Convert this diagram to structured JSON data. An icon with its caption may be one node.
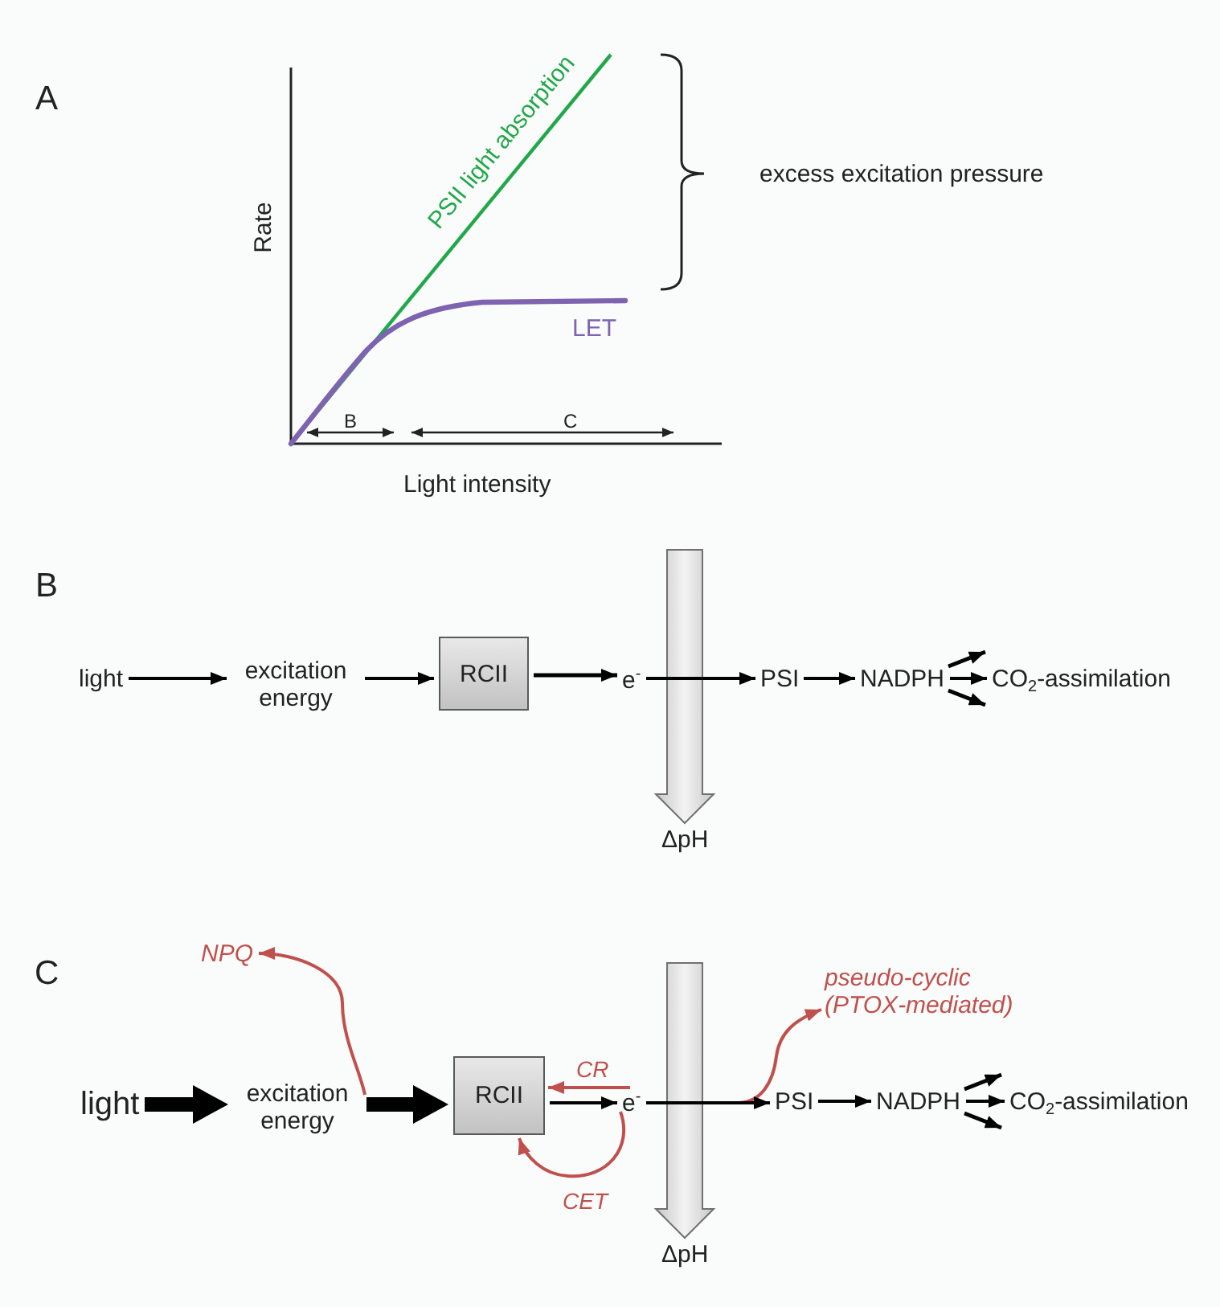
{
  "diagram": {
    "nodes": [
      {
        "text": [
          "light"
        ]
      },
      {
        "text": [
          "excitation energy"
        ]
      },
      {
        "text": [
          "RCII"
        ]
      },
      {
        "text": [
          "e$^{-}$"
        ]
      },
      {
        "text": [
          "PSI"
        ]
      },
      {
        "text": [
          "NADPH"
        ]
      },
      {
        "text": [
          "CO$_{2}$-assimilation"
        ]
      },
      {
        "text": [
          "ΔpH"
        ]
      },
      {
        "text": [
          "NPQ"
        ]
      },
      {
        "text": [
          "pseudo-cyclic (PTOX-mediated)"
        ]
      },
      {
        "text": [
          "light"
        ]
      },
      {
        "text": [
          "excitation energy"
        ]
      },
      {
        "text": [
          "RCII"
        ]
      },
      {
        "text": [
          "e$^{-}$"
        ]
      },
      {
        "text": [
          "PSI"
        ]
      },
      {
        "text": [
          "NADPH"
        ]
      },
      {
        "text": [
          "CO$_{2}$-assimilation"
        ]
      },
      {
        "text": [
          "ΔpH"
        ]
      }
    ],
    "edges": [
      {
        "from": 0,
        "to": 1,
        "arrow": "to"
      },
      {
        "from": 1,
        "to": 2,
        "arrow": "to"
      },
      {
        "from": 2,
        "to": 3,
        "arrow": "to"
      },
      {
        "from": 3,
        "to": 4,
        "arrow": "to"
      },
      {
        "from": 4,
        "to": 5,
        "arrow": "to"
      },
      {
        "from": 5,
        "to": 6,
        "arrow": "to"
      },
      {
        "from": 5,
        "to": null,
        "arrow": "to"
      },
      {
        "from": 5,
        "to": null,
        "arrow": "to"
      },
      {
        "from": null,
        "to": 7,
        "arrow": "to",
        "style": "thick",
        "color": "#c8c8c8"
      },
      {
        "from": 10,
        "to": 11,
        "arrow": "to",
        "style": "thick"
      },
      {
        "from": 11,
        "to": 12,
        "arrow": "to",
        "style": "thick"
      },
      {
        "from": 11,
        "to": 8,
        "arrow": "to",
        "color": "#c0504d"
      },
      {
        "from": 12,
        "to": 13,
        "arrow": "to"
      },
      {
        "from": 13,
        "to": 12,
        "arrow": "to",
        "label": "CR",
        "color": "#c0504d"
      },
      {
        "from": 13,
        "to": 12,
        "arrow": "to",
        "label": "CET",
        "color": "#c0504d"
      },
      {
        "from": 13,
        "to": 14,
        "arrow": "to"
      },
      {
        "from": 13,
        "to": 9,
        "arrow": "to",
        "color": "#c0504d"
      },
      {
        "from": 14,
        "to": 15,
        "arrow": "to"
      },
      {
        "from": 15,
        "to": 16,
        "arrow": "to"
      },
      {
        "from": 15,
        "to": null,
        "arrow": "to"
      },
      {
        "from": 15,
        "to": null,
        "arrow": "to"
      },
      {
        "from": null,
        "to": 17,
        "arrow": "to",
        "style": "thick",
        "color": "#c8c8c8"
      }
    ],
    "labels": [
      "A",
      "PSII light absorption",
      "excess excitation pressure",
      "Rate",
      "LET",
      "B",
      "C",
      "Light intensity",
      "B",
      "C"
    ]
  }
}
